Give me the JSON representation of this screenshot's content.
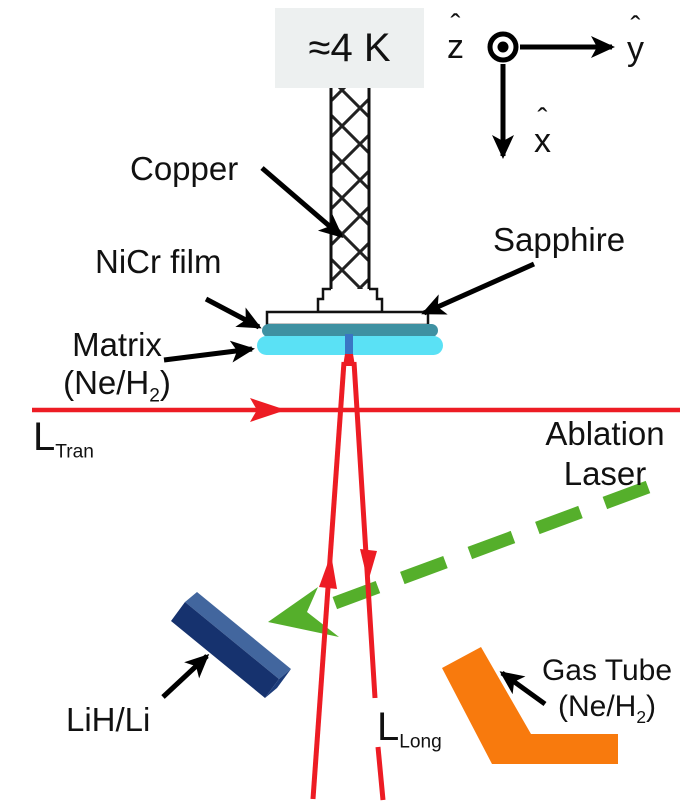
{
  "colors": {
    "red": "#ed1c24",
    "green": "#55af2b",
    "orange": "#f87a0d",
    "teal": "#3e91a2",
    "cyan": "#5ae1f5",
    "matrix_beam_blue": "#3a76c4",
    "target_navy_front": "#16326e",
    "target_navy_top": "#42669e",
    "target_navy_end": "#1c3c7a",
    "cold_plate_gray": "#edf0f0"
  },
  "labels": {
    "temperature": "≈4 K",
    "copper": "Copper",
    "nicr_film": "NiCr film",
    "sapphire": "Sapphire",
    "matrix": "Matrix",
    "matrix_formula_pre": "(Ne/H",
    "matrix_formula_sub": "2",
    "matrix_formula_post": ")",
    "ablation_line1": "Ablation",
    "ablation_line2": "Laser",
    "target": "LiH/Li",
    "gas_tube": "Gas Tube",
    "gas_formula_pre": "(Ne/H",
    "gas_formula_sub": "2",
    "gas_formula_post": ")",
    "laser_transverse_main": "L",
    "laser_transverse_sub": "Tran",
    "laser_longitudinal_main": "L",
    "laser_longitudinal_sub": "Long"
  },
  "axes": {
    "hat": "ˆ",
    "z": "z",
    "y": "y",
    "x": "x"
  }
}
